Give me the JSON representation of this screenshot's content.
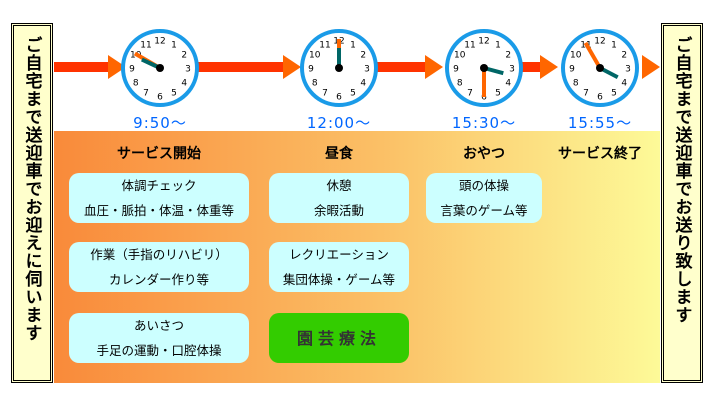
{
  "side_left": "ご自宅まで送迎車でお迎えに伺います",
  "side_right": "ご自宅まで送迎車でお送り致します",
  "clocks": [
    {
      "time": "9:50〜",
      "hour": 9,
      "minute": 50
    },
    {
      "time": "12:00〜",
      "hour": 12,
      "minute": 0
    },
    {
      "time": "15:30〜",
      "hour": 15,
      "minute": 30
    },
    {
      "time": "15:55〜",
      "hour": 15,
      "minute": 55
    }
  ],
  "columns": [
    "サービス開始",
    "昼食",
    "おやつ",
    "サービス終了"
  ],
  "boxes": {
    "c1r1": {
      "l1": "体調チェック",
      "l2": "血圧・脈拍・体温・体重等"
    },
    "c1r2": {
      "l1": "作業（手指のリハビリ）",
      "l2": "カレンダー作り等"
    },
    "c1r3": {
      "l1": "あいさつ",
      "l2": "手足の運動・口腔体操"
    },
    "c2r1": {
      "l1": "休憩",
      "l2": "余暇活動"
    },
    "c2r2": {
      "l1": "レクリエーション",
      "l2": "集団体操・ゲーム等"
    },
    "c2r3": "園芸療法",
    "c3r1": {
      "l1": "頭の体操",
      "l2": "言葉のゲーム等"
    }
  },
  "colors": {
    "clock_rim": "#1a9be8",
    "minute_hand": "#ff6600",
    "hour_hand": "#006666",
    "arrow": "#ff3300"
  }
}
